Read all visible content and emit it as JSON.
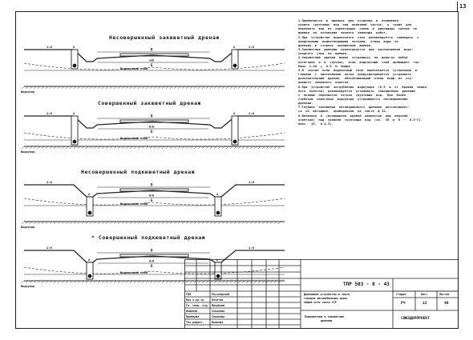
{
  "page_number": "13",
  "sections": [
    {
      "title": "Несовершенный  закюветный  дренаж",
      "upper_label": "В",
      "lower_label": "Б",
      "inner_label": "Б",
      "slope_left": "1:6",
      "slope_right": "1:6",
      "d_left": "d",
      "d_right": "d",
      "water_label": "Водоносный  слой",
      "bottom_label": "Водоупор",
      "mid_marker": "≥40"
    },
    {
      "title": "Совершенный  закюветный  дренаж",
      "upper_label": "В",
      "lower_label": "Б",
      "inner_label": "Б",
      "slope_left": "1:6",
      "slope_right": "1:6",
      "d_left": "d",
      "d_right": "d",
      "water_label": "Водоносный  слой",
      "bottom_label": "Водоупор",
      "mid_marker": "Н/Б"
    },
    {
      "title": "Несовершенный  подкюветный  дренаж",
      "upper_label": "В",
      "lower_label": "Б",
      "inner_label": "Б",
      "slope_left": "1:6",
      "slope_right": "1:6",
      "d_left": "d",
      "d_right": "d",
      "water_label": "Водоносный  слой",
      "bottom_label": "Водоупор",
      "mid_marker": "Н/Б"
    },
    {
      "title": "*  Совершенный  подкюветный  дренаж",
      "upper_label": "В",
      "lower_label": "Б",
      "inner_label": "Б",
      "slope_left": "1:6",
      "slope_right": "1:6",
      "d_left": "d",
      "d_right": "d",
      "water_label": "Водоносный  слой",
      "bottom_label": "Водоупор",
      "mid_marker": "Н/Б"
    }
  ],
  "notes": [
    "1.Применяются  в  выемках  для  осушения  и  понижения\nуровня  грунтовых  вод  под  проезжей  частью,  а  также  для\nперехвата  вод  из  прилегающих  слоев  и  дренажных  срезов  по\nвыемки  на  основании  проекта  земляных  работ.",
    "2.При  устройстве  водоносного  слоя  рекомендуется  совмещать  с\nпродольными  водоотводящими  лотками,  отвод  воды  из\nдренажа  в  сторону  пониженной  выемки.",
    "3.Закюветные  дренажи  проектируются  при  расположении  водо-\nупорного  слоя  на  выемке.",
    "4.Закюветный  дренаж  можно  устраивать  на  дорогах  любой\nкатегории  и  в  случаях,  если  водоносный  слой  превышает  глу-\nбину  1,5м  +  0,5  м  Эшири",
    "5.В  случае  если  водоносный  слой  пересекается  суглинками  и\nглинами  с  прослойками  песка  предусматривается  устраивать\nдополнительный  дренаж,  обеспечивающий  отвод  воды  из  осу-\nшаемого  земляного  полотна.",
    "6.При  устройстве  заглубления  водоупора  (0,5  м  от  бровки  земля-\nного  полотна)  рекомендуется  устраивать  совершенные  дренажи",
    "с  полным  перехватом  потока  грунтовых  вод.  При  более\nглубоком  залегании  водоупора  устраиваются  несовершенные\nдренажи.",
    "7.Глубина  заложения  несовершенного  дренажа  рассчитывает-\nся  по  методике,  приведенной  на  листе  № 33.",
    "8.Величина  Δ  (возвышение  кривой  депрессии  над  верхней\nотметкой)  над  уровнем  грунтовых  вод  (см.  СН  и  П  -  0.5-Г2\nмакс.  15,  в 4.3)."
  ],
  "stamp": {
    "doc_code": "ТПР  503 - 0 - 43",
    "descr_1": "Дренажные  устройства  в  черте",
    "descr_2": "городов  автомобильных  дорог",
    "descr_3": "общей  сети  союза  ССР",
    "sheet_title_1": "Подкюветные  и  закюветные",
    "sheet_title_2": "дренажи",
    "stage_h": "Стадия",
    "sheet_h": "Лист",
    "sheets_h": "Листов",
    "stage": "РЧ",
    "sheet": "13",
    "sheets": "40",
    "org": "СОЮЗДОРПРОЕКТ",
    "rows": [
      {
        "role": "ГИП",
        "name": "Расследский"
      },
      {
        "role": "Нач  о.пр.тр",
        "name": "Кочетов"
      },
      {
        "role": "Гл. спец. отд.",
        "name": "Михайлов"
      },
      {
        "role": "Инженер",
        "name": "Соколова"
      },
      {
        "role": "Проверил",
        "name": "Соколова"
      },
      {
        "role": "Тех.редакт.",
        "name": "Волкова"
      }
    ]
  }
}
